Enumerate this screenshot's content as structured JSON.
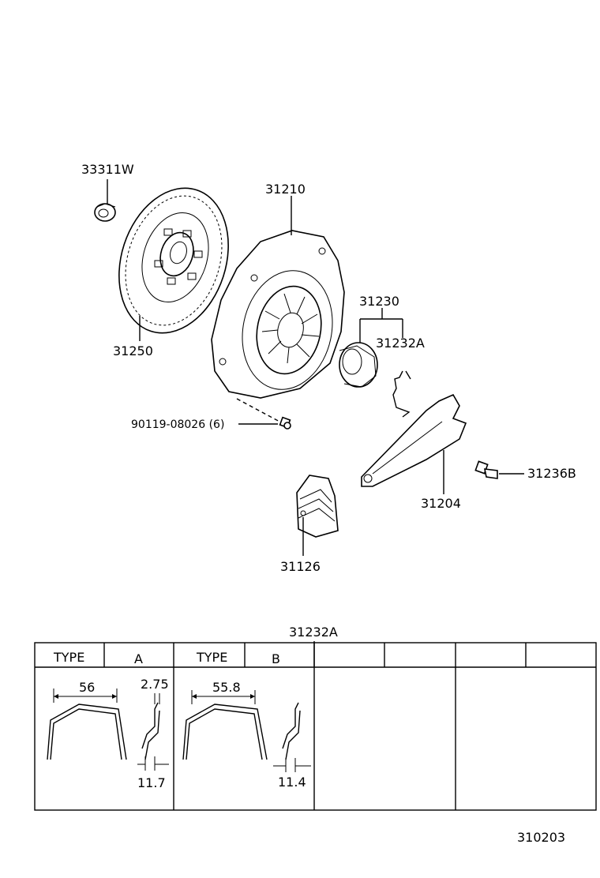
{
  "parts": {
    "release_bearing_pilot": "33311W",
    "clutch_disc": "31250",
    "clutch_cover": "31210",
    "release_bearing_hub": "31230",
    "hub_clip": "31232A",
    "bolt": "90119-08026 (6)",
    "release_fork": "31204",
    "fork_boot": "31126",
    "pivot_stud": "31236B"
  },
  "table": {
    "title": "31232A",
    "type_a_header": "TYPE",
    "type_a_value": "A",
    "type_b_header": "TYPE",
    "type_b_value": "B",
    "type_a_dims": {
      "width": "56",
      "thickness": "2.75",
      "depth": "11.7"
    },
    "type_b_dims": {
      "width": "55.8",
      "depth": "11.4"
    }
  },
  "diagram_code": "310203"
}
